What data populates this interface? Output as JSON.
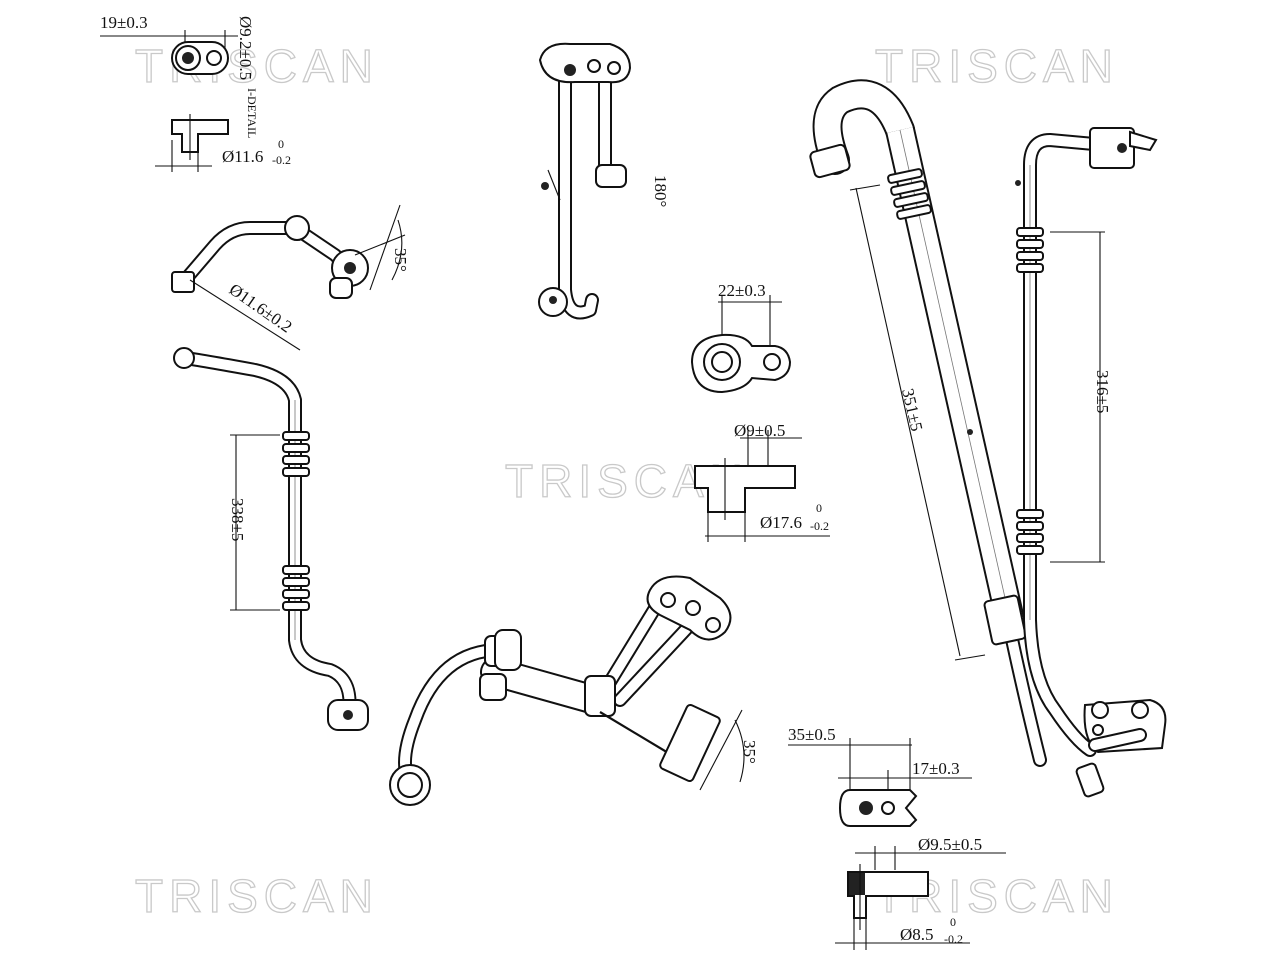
{
  "watermark": "TRISCAN",
  "dimensions": {
    "d19": "19±0.3",
    "d92": "Ø9.2±0.5",
    "detail": "I-DETAIL",
    "d116a": "Ø11.6",
    "d116a_sup": "0",
    "d116a_sub": "-0.2",
    "d116b": "Ø11.6±0.2",
    "ang35a": "35°",
    "ang180": "180°",
    "d338": "338±5",
    "d22": "22±0.3",
    "d9": "Ø9±0.5",
    "d176": "Ø17.6",
    "d176_sup": "0",
    "d176_sub": "-0.2",
    "d351": "351±5",
    "d316": "316±5",
    "ang35b": "35°",
    "d35": "35±0.5",
    "d17": "17±0.3",
    "d95": "Ø9.5±0.5",
    "d85": "Ø8.5",
    "d85_sup": "0",
    "d85_sub": "-0.2"
  }
}
